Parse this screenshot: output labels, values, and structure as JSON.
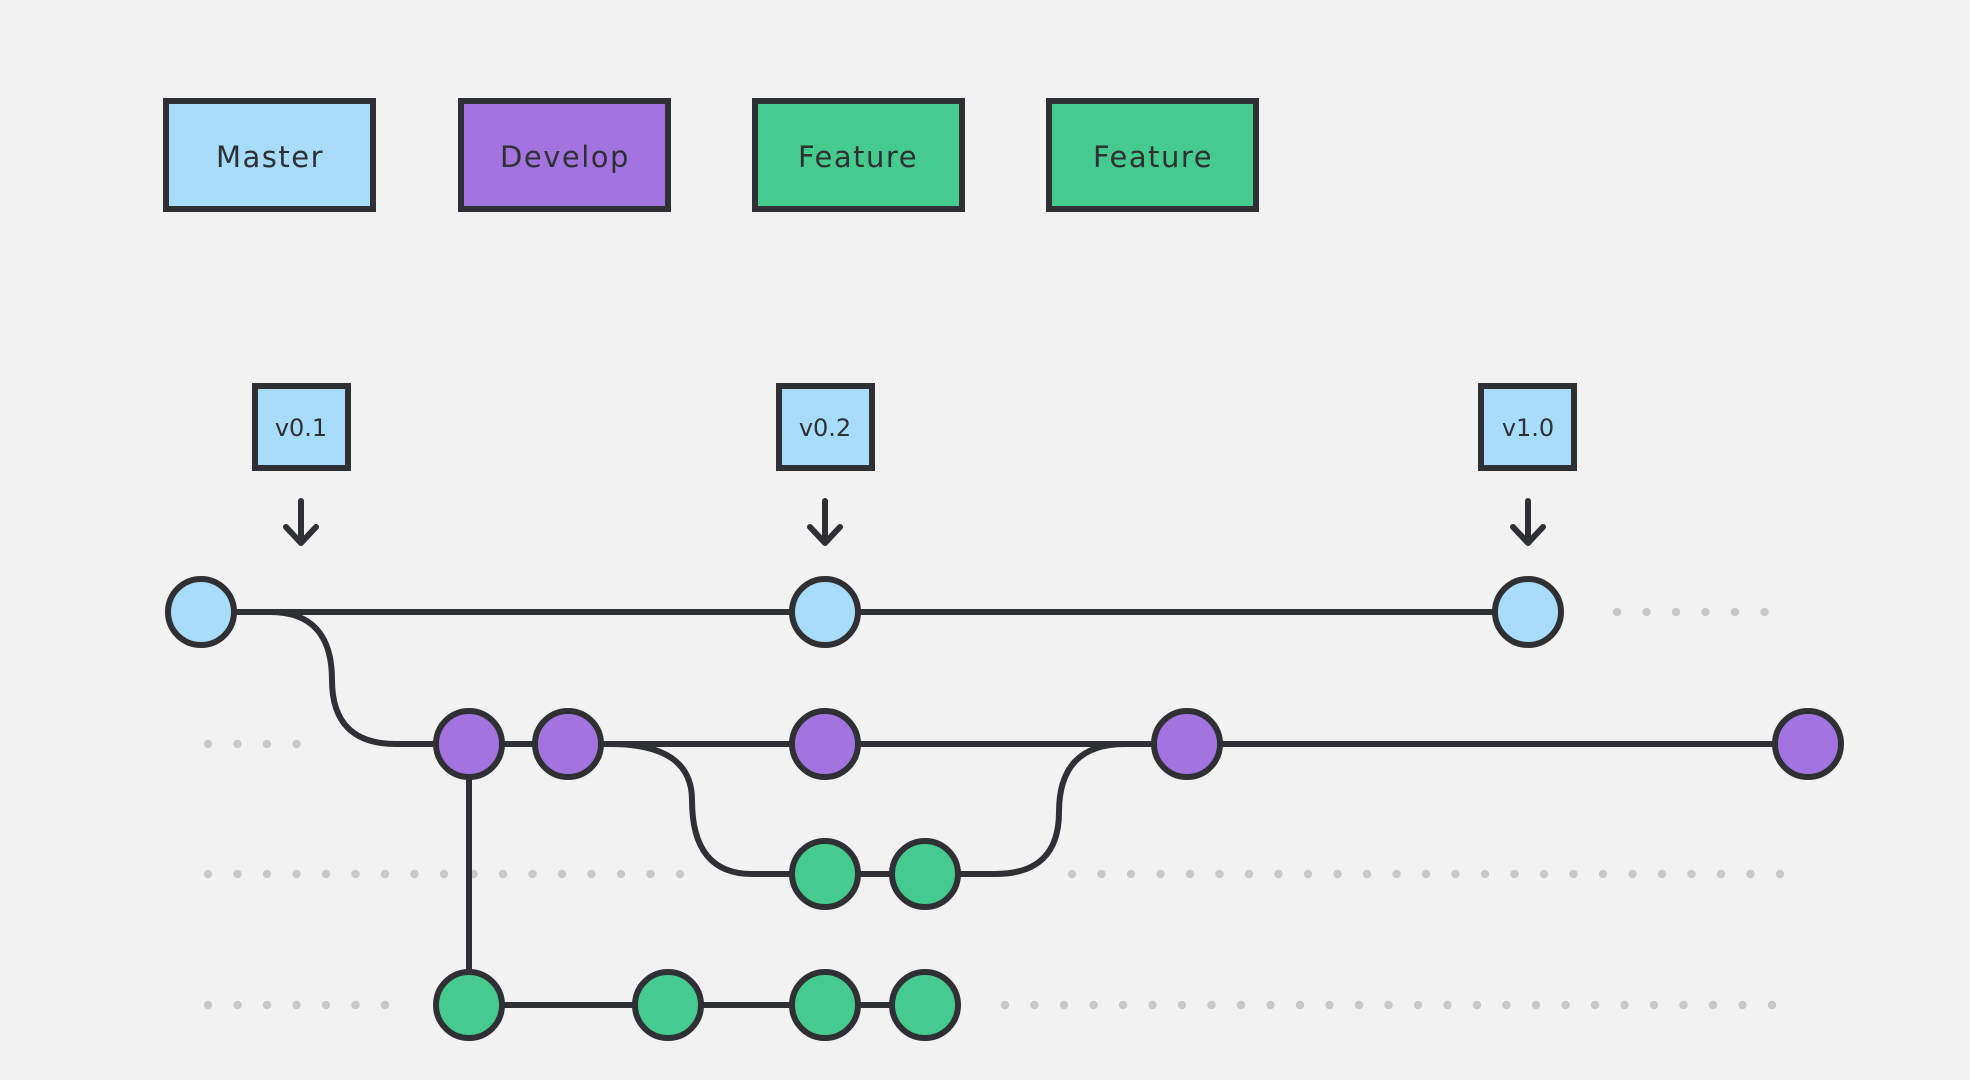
{
  "legend": [
    {
      "label": "Master",
      "branch": "master"
    },
    {
      "label": "Develop",
      "branch": "develop"
    },
    {
      "label": "Feature",
      "branch": "feature"
    },
    {
      "label": "Feature",
      "branch": "feature"
    }
  ],
  "colors": {
    "master": "#a8dcfb",
    "develop": "#a374e0",
    "feature": "#46cb8e",
    "outline": "#2f3034",
    "background": "#f2f2f2",
    "continuation_dots": "#c8c8c8"
  },
  "tags": [
    {
      "label": "v0.1",
      "commit": "m1"
    },
    {
      "label": "v0.2",
      "commit": "m2"
    },
    {
      "label": "v1.0",
      "commit": "m3"
    }
  ],
  "branches": [
    "master",
    "develop",
    "feature",
    "feature"
  ],
  "commits": [
    {
      "id": "m1",
      "branch": "master"
    },
    {
      "id": "m2",
      "branch": "master"
    },
    {
      "id": "m3",
      "branch": "master"
    },
    {
      "id": "d1",
      "branch": "develop"
    },
    {
      "id": "d2",
      "branch": "develop"
    },
    {
      "id": "d3",
      "branch": "develop"
    },
    {
      "id": "d4",
      "branch": "develop"
    },
    {
      "id": "d5",
      "branch": "develop"
    },
    {
      "id": "f1a",
      "branch": "feature"
    },
    {
      "id": "f1b",
      "branch": "feature"
    },
    {
      "id": "f2a",
      "branch": "feature"
    },
    {
      "id": "f2b",
      "branch": "feature"
    },
    {
      "id": "f2c",
      "branch": "feature"
    },
    {
      "id": "f2d",
      "branch": "feature"
    }
  ],
  "connections": [
    {
      "from": "m1",
      "to": "d1"
    },
    {
      "from": "d2",
      "to": "f1a"
    },
    {
      "from": "f1b",
      "to": "d4"
    },
    {
      "from": "d1",
      "to": "f2a"
    }
  ]
}
